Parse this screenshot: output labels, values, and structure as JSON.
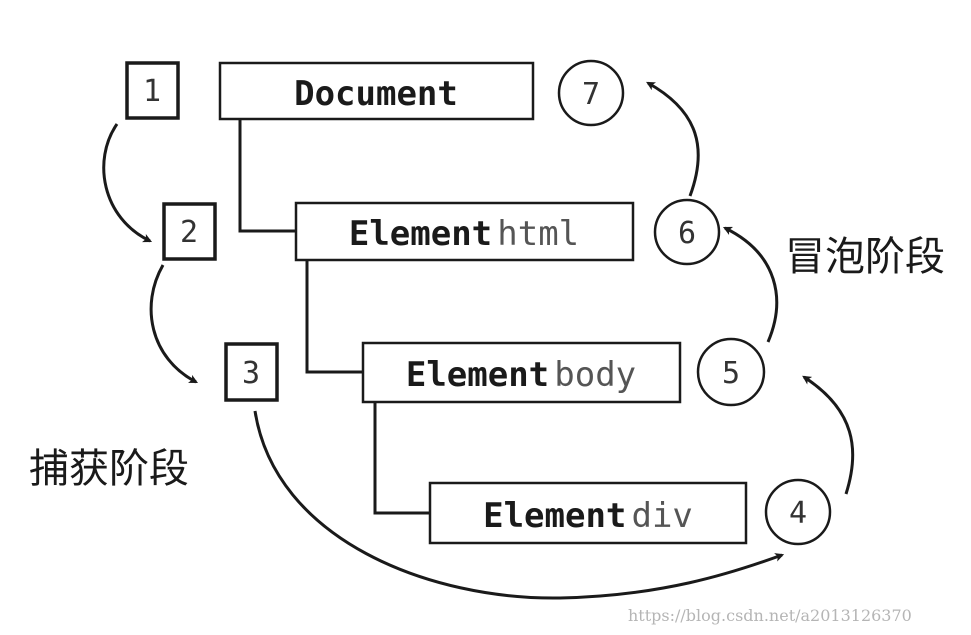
{
  "nodes": [
    {
      "keyword": "Document",
      "tag": ""
    },
    {
      "keyword": "Element",
      "tag": "html"
    },
    {
      "keyword": "Element",
      "tag": "body"
    },
    {
      "keyword": "Element",
      "tag": "div"
    }
  ],
  "capture_steps": [
    "1",
    "2",
    "3"
  ],
  "bubble_steps": [
    "4",
    "5",
    "6",
    "7"
  ],
  "labels": {
    "capture_phase": "捕获阶段",
    "bubble_phase": "冒泡阶段"
  },
  "watermark": "https://blog.csdn.net/a2013126370"
}
